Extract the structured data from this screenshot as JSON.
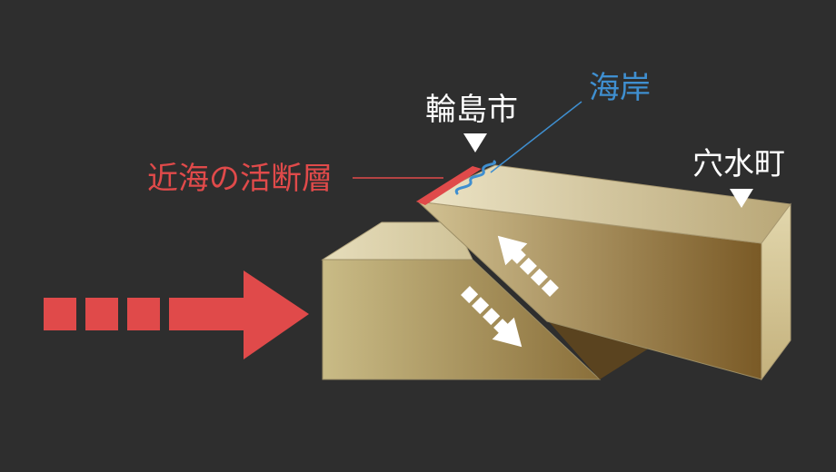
{
  "labels": {
    "offshore_fault": "近海の活断層",
    "wajima_city": "輪島市",
    "coast": "海岸",
    "anamizu_town": "穴水町"
  },
  "colors": {
    "background": "#2e2e2e",
    "fault_red": "#e04a4a",
    "coast_blue": "#3f8fd0",
    "label_white": "#ffffff",
    "block_light": "#d8cfa6",
    "block_mid": "#b4a26c",
    "block_dark": "#7d5f2a"
  },
  "icons": {
    "push_arrow": "red-dashed-right-arrow",
    "uplift_arrow": "white-dashed-arrow-up-left",
    "downslip_arrow": "white-dashed-arrow-down-right",
    "pointer": "down-triangle-marker"
  }
}
